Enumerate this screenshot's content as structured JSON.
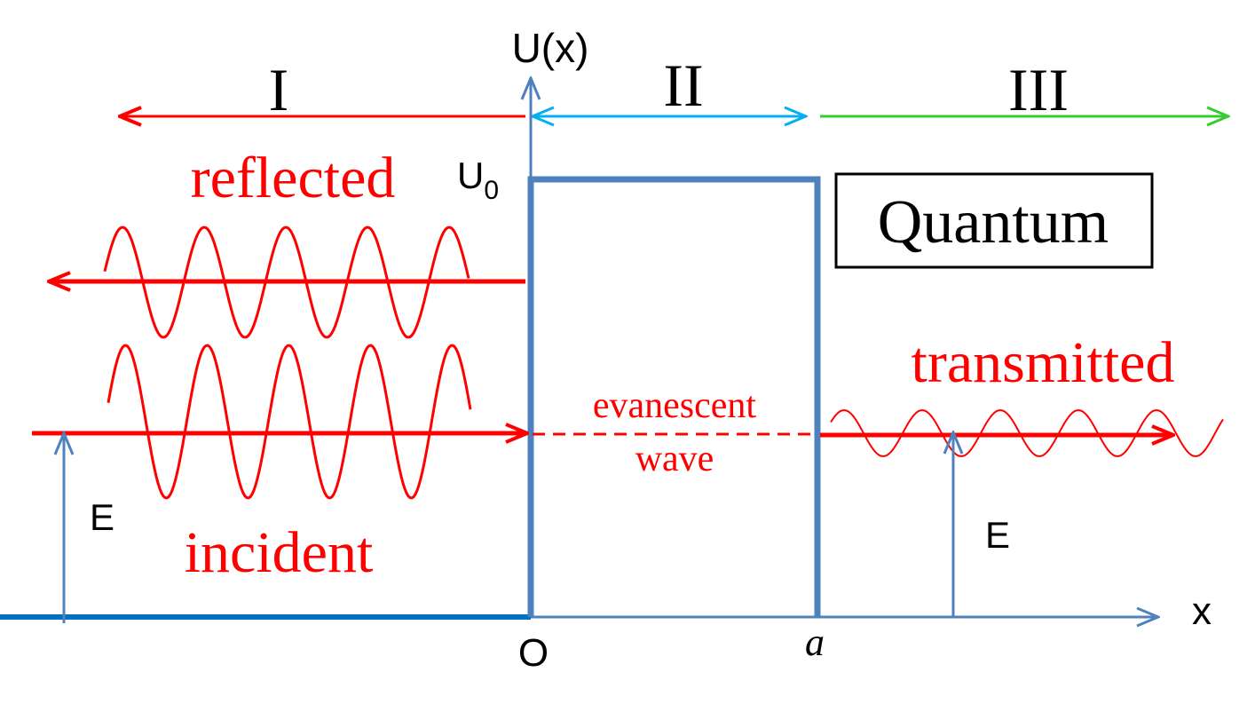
{
  "labels": {
    "y_axis": "U(x)",
    "x_axis": "x",
    "origin": "O",
    "barrier_width": "a",
    "barrier_height_base": "U",
    "barrier_height_sub": "0",
    "region_1": "I",
    "region_2": "II",
    "region_3": "III",
    "reflected": "reflected",
    "incident": "incident",
    "transmitted": "transmitted",
    "evanescent_line1": "evanescent",
    "evanescent_line2": "wave",
    "energy_left": "E",
    "energy_right": "E",
    "quantum_box": "Quantum"
  },
  "colors": {
    "axis": "#4f81bd",
    "barrier": "#4f81bd",
    "ground": "#0070c0",
    "wave": "#ff0000",
    "region_1_arrow": "#ff0000",
    "region_2_arrow": "#00b0f0",
    "region_3_arrow": "#33cc33",
    "text": "#000000"
  }
}
